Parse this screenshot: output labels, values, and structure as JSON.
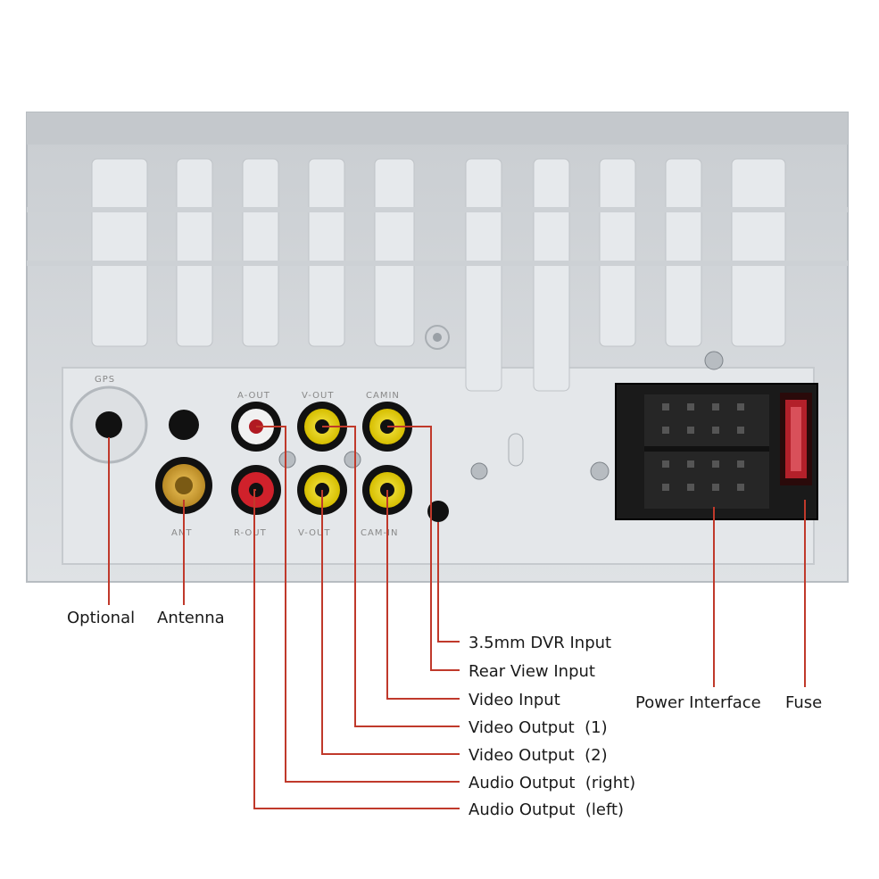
{
  "panel_labels": {
    "gps": "GPS",
    "aout": "A-OUT",
    "vout": "V-OUT",
    "cam": "CAMIN",
    "rout": "R-OUT",
    "vout2": "V-OUT",
    "cam2": "CAM-IN",
    "ant": "ANT"
  },
  "callouts": {
    "optional": "Optional",
    "antenna": "Antenna",
    "dvr_input": "3.5mm DVR Input",
    "rear_view_input": "Rear View Input",
    "video_input": "Video Input",
    "video_output_1": "Video Output  (1)",
    "video_output_2": "Video Output  (2)",
    "audio_output_right": "Audio Output  (right)",
    "audio_output_left": "Audio Output  (left)",
    "power_interface": "Power Interface",
    "fuse": "Fuse"
  },
  "colors": {
    "leader_line": "#c0392b",
    "panel": "#d9dde1",
    "rca_yellow": "#e8d200",
    "rca_red": "#d0212b",
    "antenna_gold": "#d4a63a"
  }
}
